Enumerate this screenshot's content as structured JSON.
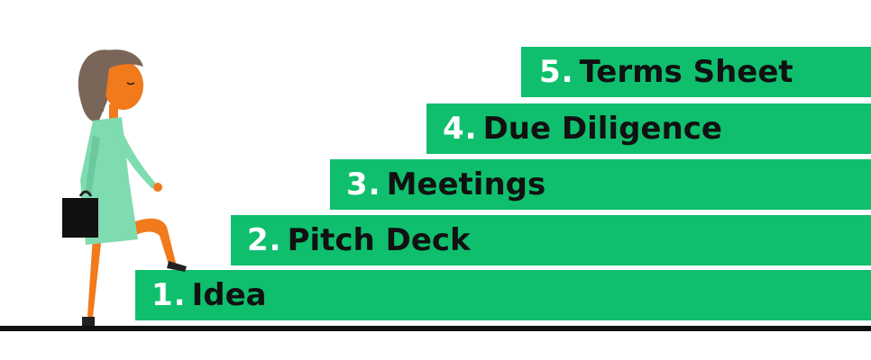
{
  "steps": [
    {
      "number": "1.",
      "label": "Idea"
    },
    {
      "number": "2.",
      "label": "Pitch Deck"
    },
    {
      "number": "3.",
      "label": "Meetings"
    },
    {
      "number": "4.",
      "label": "Due Diligence"
    },
    {
      "number": "5.",
      "label": "Terms Sheet"
    }
  ],
  "colors": {
    "step_fill": "#0fbf6e",
    "number_text": "#ffffff",
    "label_text": "#111111",
    "ground": "#111111",
    "dress": "#7fdbb0",
    "skin": "#f07a1c",
    "hair": "#7a6659",
    "briefcase": "#111111"
  },
  "icons": [
    "businesswoman-illustration",
    "briefcase-icon"
  ]
}
